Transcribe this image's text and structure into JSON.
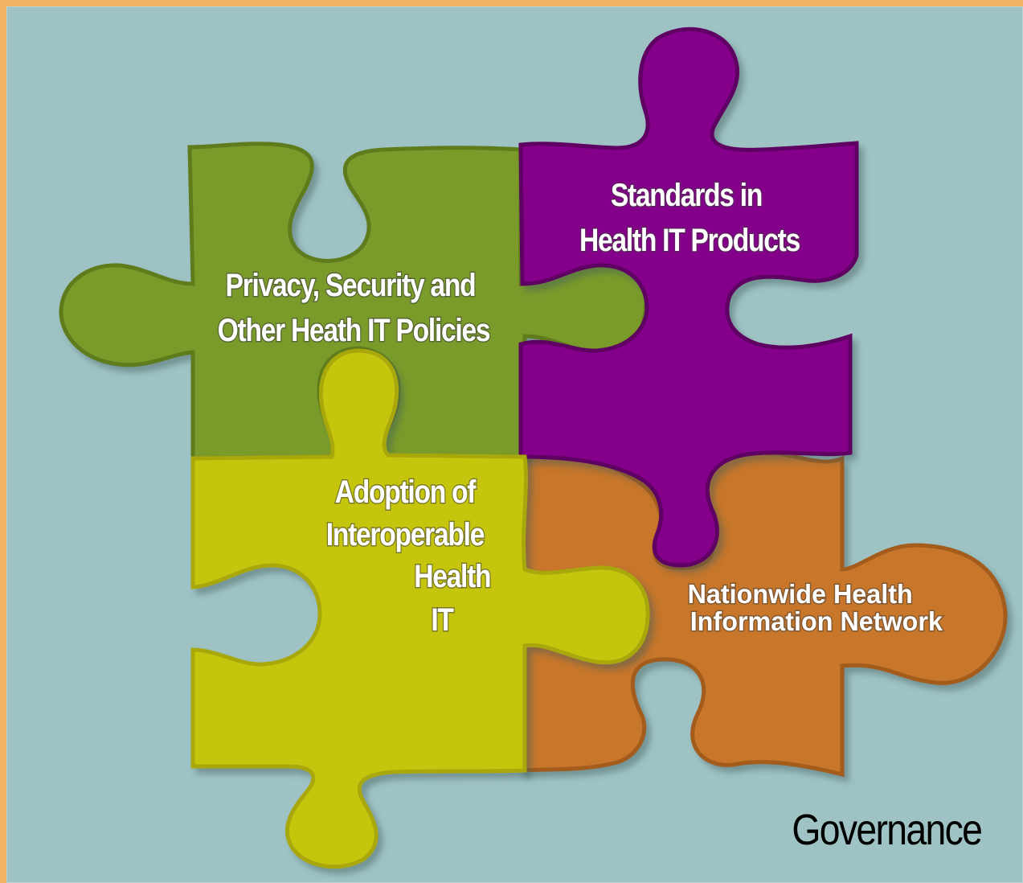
{
  "diagram": {
    "pieces": [
      {
        "id": "policies",
        "lines": [
          "Privacy, Security and",
          "Other Heath IT Policies"
        ],
        "color": "#7a9b2b"
      },
      {
        "id": "standards",
        "lines": [
          "Standards in",
          "Health IT Products"
        ],
        "color": "#85008a"
      },
      {
        "id": "adoption",
        "lines": [
          "Adoption of",
          "Interoperable",
          "Health",
          "IT"
        ],
        "color": "#c6c511"
      },
      {
        "id": "nhin",
        "lines": [
          "Nationwide Health",
          "Information Network"
        ],
        "color": "#c7762b"
      }
    ],
    "caption": "Governance",
    "colors": {
      "background": "#9fc3c4",
      "frame": "#f3b266",
      "text": "#ffffff"
    }
  }
}
